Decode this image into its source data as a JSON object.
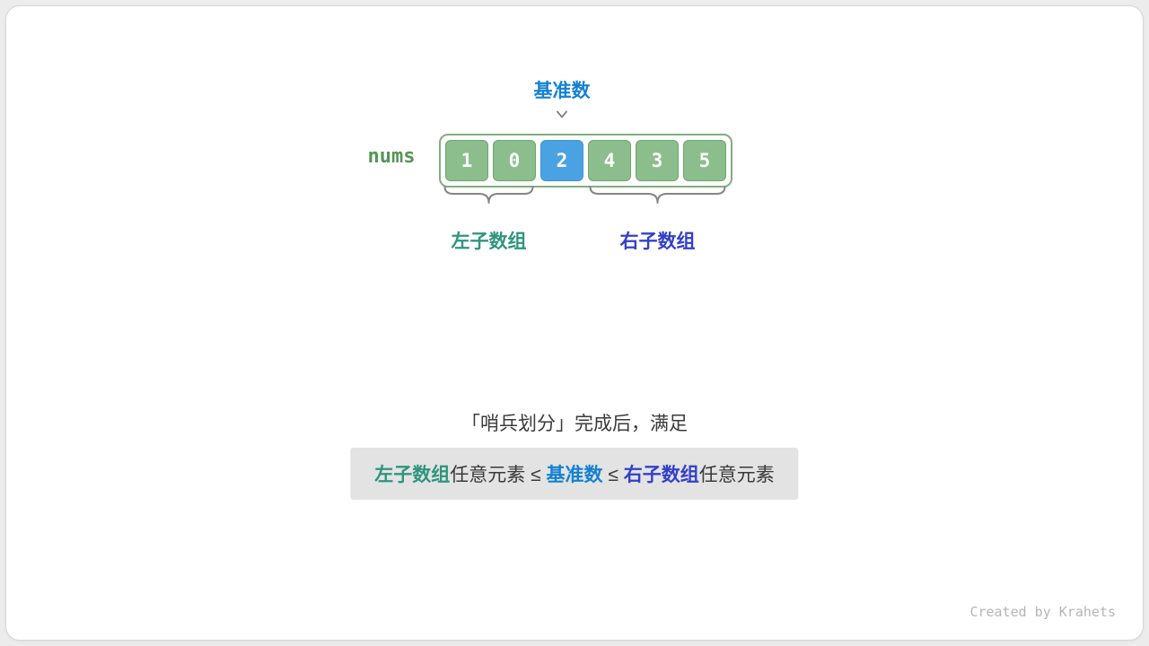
{
  "page": {
    "caption": "「哨兵划分」完成后，满足",
    "credit": "Created by Krahets"
  },
  "diagram": {
    "pivot_label": "基准数",
    "array_name": "nums",
    "cells": [
      {
        "value": "1",
        "role": "normal"
      },
      {
        "value": "0",
        "role": "normal"
      },
      {
        "value": "2",
        "role": "pivot"
      },
      {
        "value": "4",
        "role": "normal"
      },
      {
        "value": "3",
        "role": "normal"
      },
      {
        "value": "5",
        "role": "normal"
      }
    ],
    "left_subarray_label": "左子数组",
    "right_subarray_label": "右子数组"
  },
  "formula": {
    "segments": [
      {
        "text": "左子数组",
        "style": "left"
      },
      {
        "text": "任意元素 ≤ ",
        "style": "plain"
      },
      {
        "text": "基准数",
        "style": "pivot"
      },
      {
        "text": " ≤ ",
        "style": "plain"
      },
      {
        "text": "右子数组",
        "style": "right"
      },
      {
        "text": "任意元素",
        "style": "plain"
      }
    ]
  },
  "icons": {
    "pivot_arrow": "chevron-down-icon"
  },
  "colors": {
    "cell_green": "#8cbd8c",
    "cell_blue": "#4ba2e2",
    "pivot_label_blue": "#1480d2",
    "left_label_teal": "#2e957e",
    "right_label_indigo": "#3240c8",
    "array_name_green": "#559555",
    "formula_box_bg": "#e3e3e3",
    "page_bg": "#ececec"
  }
}
